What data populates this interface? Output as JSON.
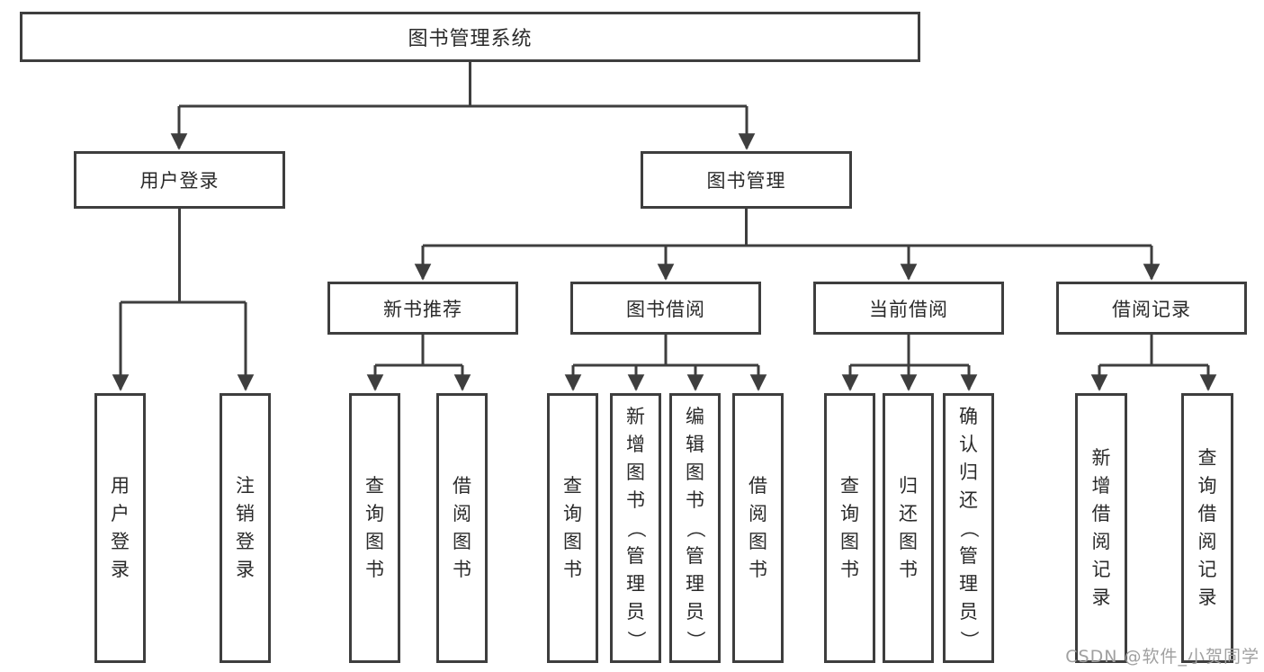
{
  "colors": {
    "line": "#3e3e3e",
    "text": "#2a2a2a",
    "box_background": "#ffffff",
    "background": "#ffffff",
    "watermark": "#a0a0a0"
  },
  "watermark": {
    "text": "CSDN @软件_小贺同学"
  },
  "tree": {
    "label": "图书管理系统",
    "children": [
      {
        "label": "用户登录",
        "children": [
          {
            "label": "用户登录"
          },
          {
            "label": "注销登录"
          }
        ]
      },
      {
        "label": "图书管理",
        "children": [
          {
            "label": "新书推荐",
            "children": [
              {
                "label": "查询图书"
              },
              {
                "label": "借阅图书"
              }
            ]
          },
          {
            "label": "图书借阅",
            "children": [
              {
                "label": "查询图书"
              },
              {
                "label": "新增图书（管理员）"
              },
              {
                "label": "编辑图书（管理员）"
              },
              {
                "label": "借阅图书"
              }
            ]
          },
          {
            "label": "当前借阅",
            "children": [
              {
                "label": "查询图书"
              },
              {
                "label": "归还图书"
              },
              {
                "label": "确认归还（管理员）"
              }
            ]
          },
          {
            "label": "借阅记录",
            "children": [
              {
                "label": "新增借阅记录"
              },
              {
                "label": "查询借阅记录"
              }
            ]
          }
        ]
      }
    ]
  }
}
